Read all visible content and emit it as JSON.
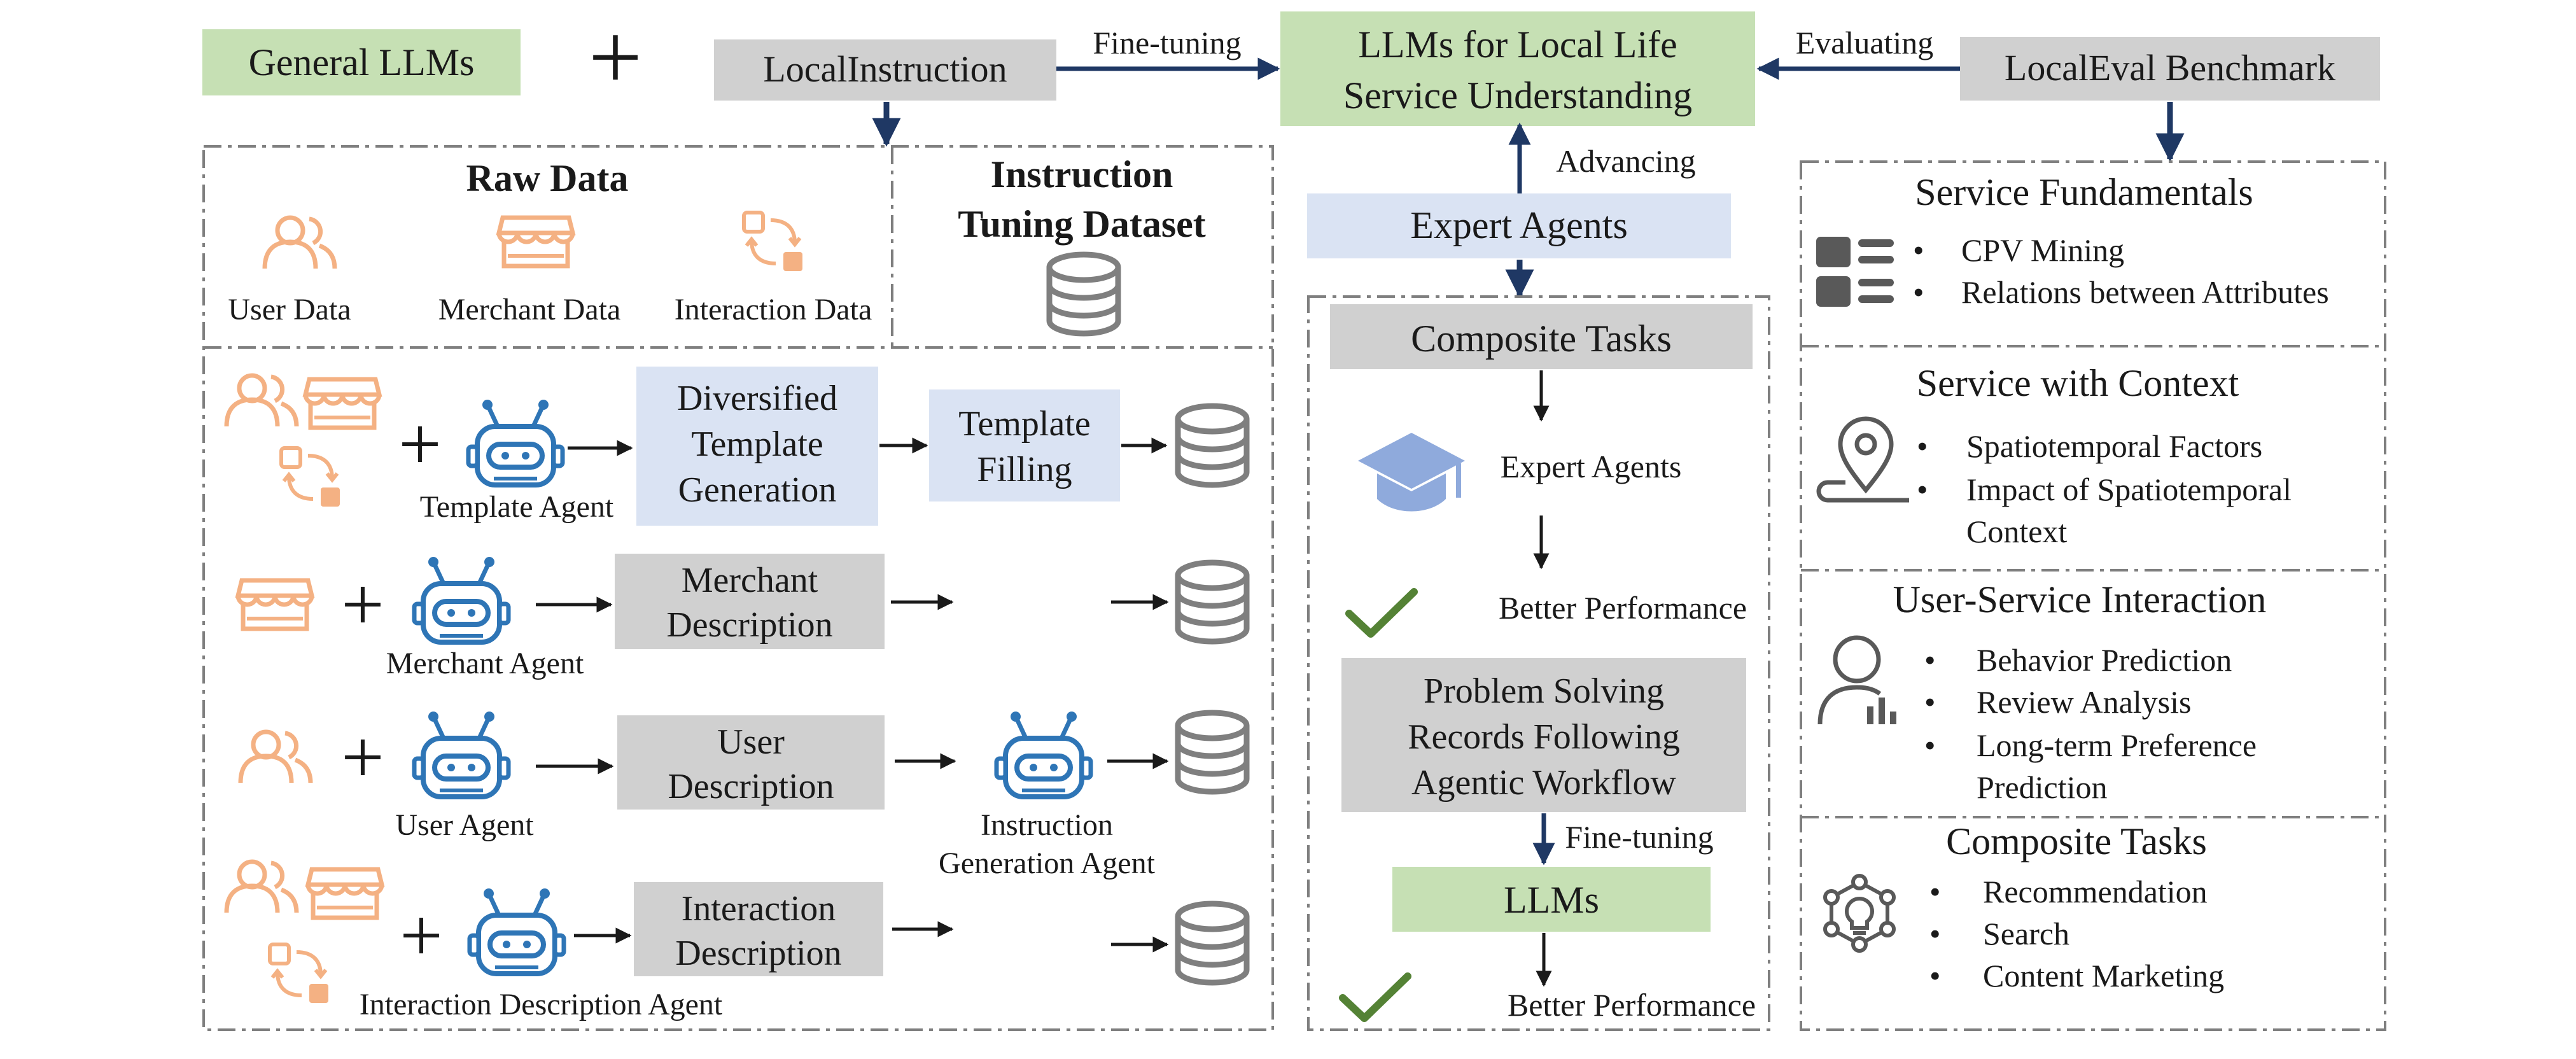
{
  "colors": {
    "green": "#c6e0b4",
    "gray": "#d0d0d0",
    "blue": "#dae3f3",
    "navy": "#1f3864",
    "orange": "#f4b183",
    "agent_blue": "#2e75b6",
    "check_green": "#548235",
    "cap_blue": "#8faadc",
    "db_gray": "#7f7f7f",
    "plus_gray": "#8497b0"
  },
  "top": {
    "general_llms": "General LLMs",
    "plus": "+",
    "local_instruction": "LocalInstruction",
    "fine_tuning": "Fine-tuning",
    "llms_local_line1": "LLMs for Local Life",
    "llms_local_line2": "Service Understanding",
    "evaluating": "Evaluating",
    "localeval": "LocalEval Benchmark"
  },
  "raw": {
    "title": "Raw Data",
    "user_data": "User Data",
    "merchant_data": "Merchant Data",
    "interaction_data": "Interaction Data"
  },
  "dataset": {
    "title_line1": "Instruction",
    "title_line2": "Tuning Dataset"
  },
  "pipeline": {
    "template_agent": "Template Agent",
    "diversified_line1": "Diversified",
    "diversified_line2": "Template",
    "diversified_line3": "Generation",
    "template_filling_line1": "Template",
    "template_filling_line2": "Filling",
    "merchant_agent": "Merchant Agent",
    "merchant_desc_line1": "Merchant",
    "merchant_desc_line2": "Description",
    "user_agent": "User Agent",
    "user_desc_line1": "User",
    "user_desc_line2": "Description",
    "instr_gen_line1": "Instruction",
    "instr_gen_line2": "Generation Agent",
    "interaction_agent": "Interaction Description Agent",
    "interaction_desc_line1": "Interaction",
    "interaction_desc_line2": "Description"
  },
  "middle": {
    "advancing": "Advancing",
    "expert_agents_box": "Expert Agents",
    "composite_tasks": "Composite Tasks",
    "expert_agents": "Expert Agents",
    "better_performance_1": "Better Performance",
    "problem_line1": "Problem Solving",
    "problem_line2": "Records Following",
    "problem_line3": "Agentic Workflow",
    "fine_tuning": "Fine-tuning",
    "llms": "LLMs",
    "better_performance_2": "Better Performance"
  },
  "right": {
    "bullet": "•",
    "s1_title": "Service Fundamentals",
    "s1_items": [
      "CPV Mining",
      "Relations between Attributes"
    ],
    "s2_title": "Service with Context",
    "s2_item1": "Spatiotemporal Factors",
    "s2_item2_line1": "Impact of Spatiotemporal",
    "s2_item2_line2": "Context",
    "s3_title": "User-Service Interaction",
    "s3_item1": "Behavior Prediction",
    "s3_item2": "Review Analysis",
    "s3_item3_line1": "Long-term Preference",
    "s3_item3_line2": "Prediction",
    "s4_title": "Composite Tasks",
    "s4_items": [
      "Recommendation",
      "Search",
      "Content Marketing"
    ]
  }
}
